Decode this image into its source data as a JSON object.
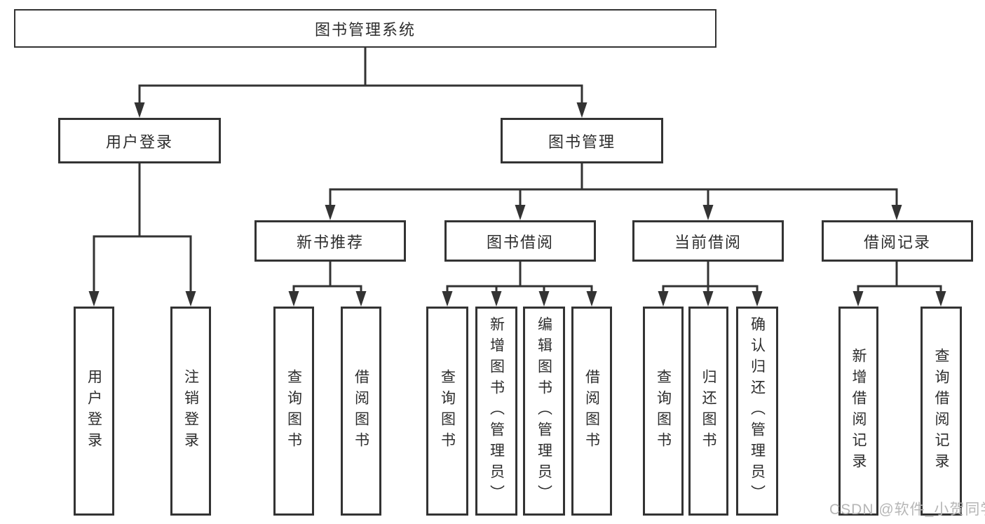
{
  "diagram": {
    "root": {
      "label": "图书管理系统"
    },
    "level2": [
      {
        "label": "用户登录"
      },
      {
        "label": "图书管理"
      }
    ],
    "level3": [
      {
        "label": "新书推荐"
      },
      {
        "label": "图书借阅"
      },
      {
        "label": "当前借阅"
      },
      {
        "label": "借阅记录"
      }
    ],
    "leaves": {
      "user": [
        "用户登录",
        "注销登录"
      ],
      "newbook": [
        "查询图书",
        "借阅图书"
      ],
      "borrow": [
        "查询图书",
        "新增图书（管理员）",
        "编辑图书（管理员）",
        "借阅图书"
      ],
      "current": [
        "查询图书",
        "归还图书",
        "确认归还（管理员）"
      ],
      "record": [
        "新增借阅记录",
        "查询借阅记录"
      ]
    },
    "watermark": "CSDN @软件_小贺同学",
    "colors": {
      "line": "#333333",
      "text": "#2d2d2d",
      "watermark": "#b6b6b6",
      "background": "#ffffff"
    }
  }
}
